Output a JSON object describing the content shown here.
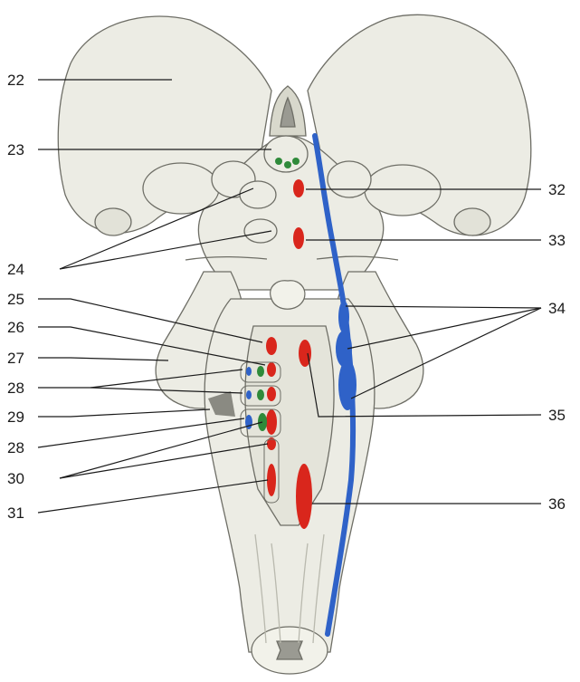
{
  "labels": {
    "l22": "22",
    "l23": "23",
    "l24": "24",
    "l25": "25",
    "l26": "26",
    "l27": "27",
    "l28a": "28",
    "l29": "29",
    "l28b": "28",
    "l30": "30",
    "l31": "31",
    "l32": "32",
    "l33": "33",
    "l34": "34",
    "l35": "35",
    "l36": "36"
  },
  "colors": {
    "tissue": "#ecece4",
    "tissue_shade": "#d8d8cc",
    "outline": "#6e6e66",
    "motor_nucleus": "#d9261c",
    "sensory_nucleus": "#2f8a3a",
    "tract": "#2f62c8",
    "leader_line": "#1a1a1a"
  }
}
